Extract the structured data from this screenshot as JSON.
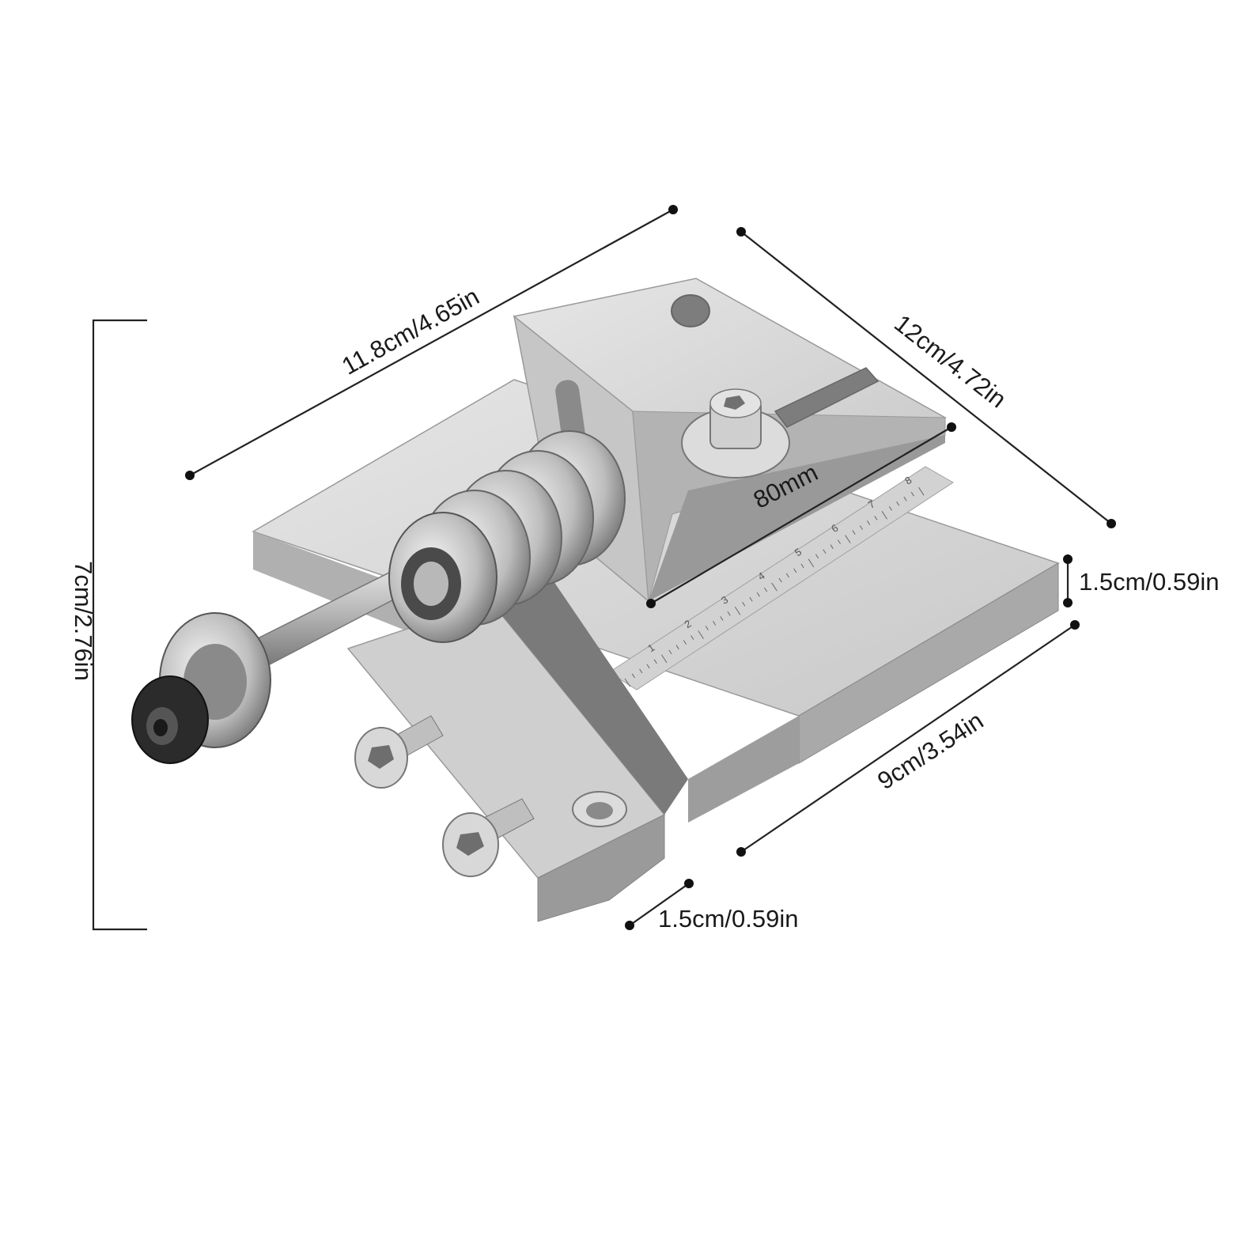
{
  "dimensions": {
    "top_length": "11.8cm/4.65in",
    "right_length": "12cm/4.72in",
    "height": "7cm/2.76in",
    "plate_thickness": "1.5cm/0.59in",
    "front_width": "9cm/3.54in",
    "rail_thickness": "1.5cm/0.59in",
    "slot_length": "80mm"
  },
  "ruler_marks": [
    "1",
    "2",
    "3",
    "4",
    "5",
    "6",
    "7",
    "8"
  ],
  "colors": {
    "metal_light": "#d9d9d9",
    "metal_mid": "#bdbdbd",
    "metal_dark": "#8e8e8e",
    "line": "#222222"
  }
}
